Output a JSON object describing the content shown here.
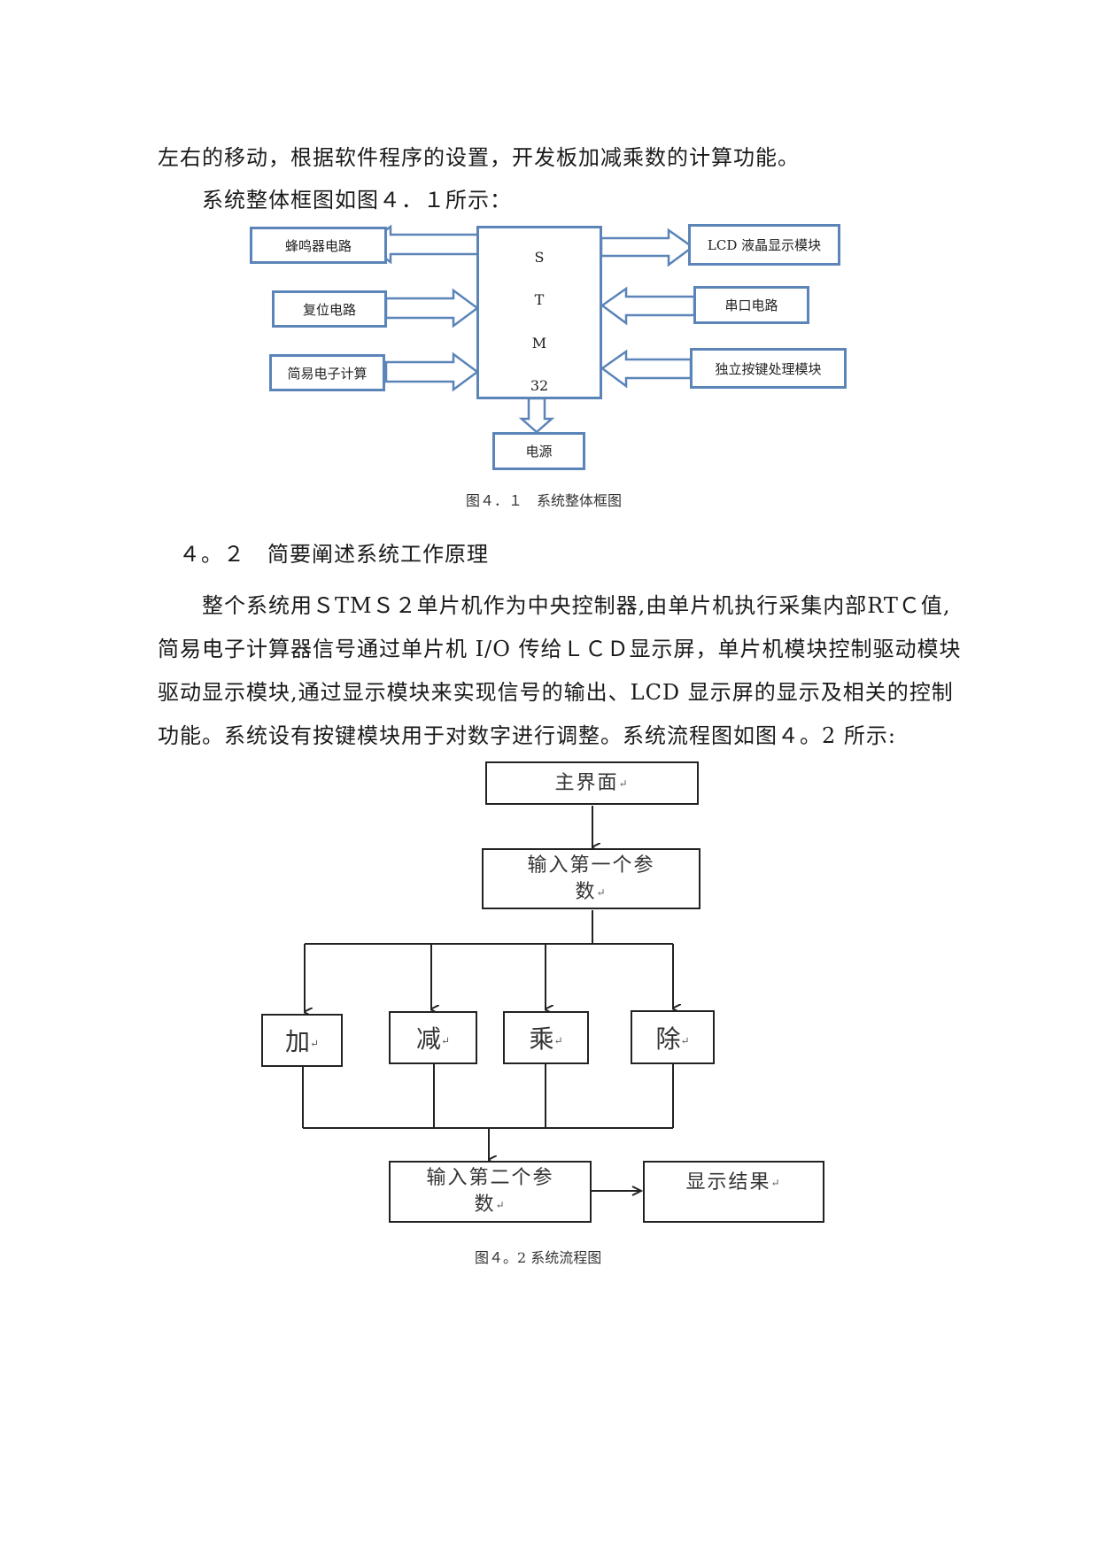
{
  "paragraph1": {
    "line1": "左右的移动，根据软件程序的设置，开发板加减乘数的计算功能。",
    "line2": "系统整体框图如图４．１所示："
  },
  "block_diagram": {
    "left_modules": [
      "蜂鸣器电路",
      "复位电路",
      "简易电子计算"
    ],
    "right_modules": [
      "LCD 液晶显示模块",
      "串口电路",
      "独立按键处理模块"
    ],
    "center_letters": [
      "S",
      "T",
      "M",
      "32"
    ],
    "bottom_module": "电源",
    "caption": "图４．１　系统整体框图"
  },
  "section": {
    "heading": "４。２　简要阐述系统工作原理",
    "paragraph": [
      "整个系统用ＳTMＳ２单片机作为中央控制器,由单片机执行采集内部RTＣ值,",
      "简易电子计算器信号通过单片机 I/O 传给ＬＣＤ显示屏，单片机模块控制驱动模块",
      "驱动显示模块,通过显示模块来实现信号的输出、LCD 显示屏的显示及相关的控制",
      "功能。系统设有按键模块用于对数字进行调整。系统流程图如图４。2 所示:"
    ]
  },
  "flowchart": {
    "main": "主界面",
    "input1_line1": "输入第一个参",
    "input1_line2": "数",
    "ops": [
      "加",
      "减",
      "乘",
      "除"
    ],
    "input2_line1": "输入第二个参",
    "input2_line2": "数",
    "result": "显示结果",
    "return_mark": "↵",
    "caption": "图４。2 系统流程图"
  }
}
